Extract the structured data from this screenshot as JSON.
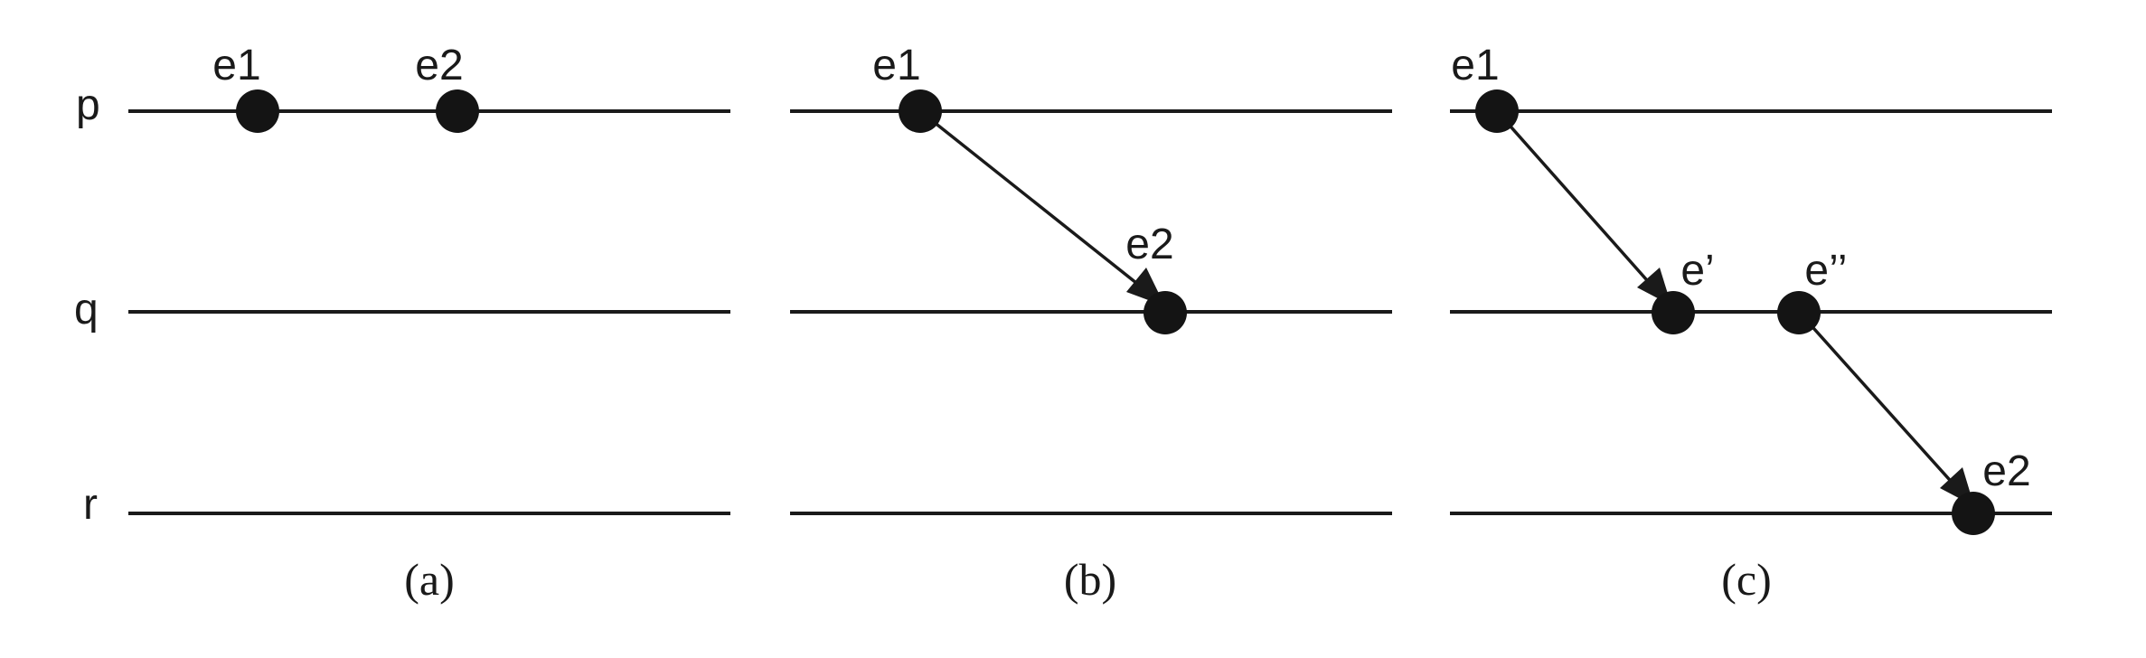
{
  "processes": {
    "p": "p",
    "q": "q",
    "r": "r"
  },
  "panels": [
    {
      "caption": "(a)",
      "events": [
        {
          "label": "e1",
          "process": "p"
        },
        {
          "label": "e2",
          "process": "p"
        }
      ],
      "messages": []
    },
    {
      "caption": "(b)",
      "events": [
        {
          "label": "e1",
          "process": "p"
        },
        {
          "label": "e2",
          "process": "q"
        }
      ],
      "messages": [
        {
          "from": "e1",
          "to": "e2"
        }
      ]
    },
    {
      "caption": "(c)",
      "events": [
        {
          "label": "e1",
          "process": "p"
        },
        {
          "label": "e’",
          "process": "q"
        },
        {
          "label": "e’’",
          "process": "q"
        },
        {
          "label": "e2",
          "process": "r"
        }
      ],
      "messages": [
        {
          "from": "e1",
          "to": "e’"
        },
        {
          "from": "e’’",
          "to": "e2"
        }
      ]
    }
  ],
  "colors": {
    "ink": "#1a1a1a",
    "background": "#ffffff"
  }
}
